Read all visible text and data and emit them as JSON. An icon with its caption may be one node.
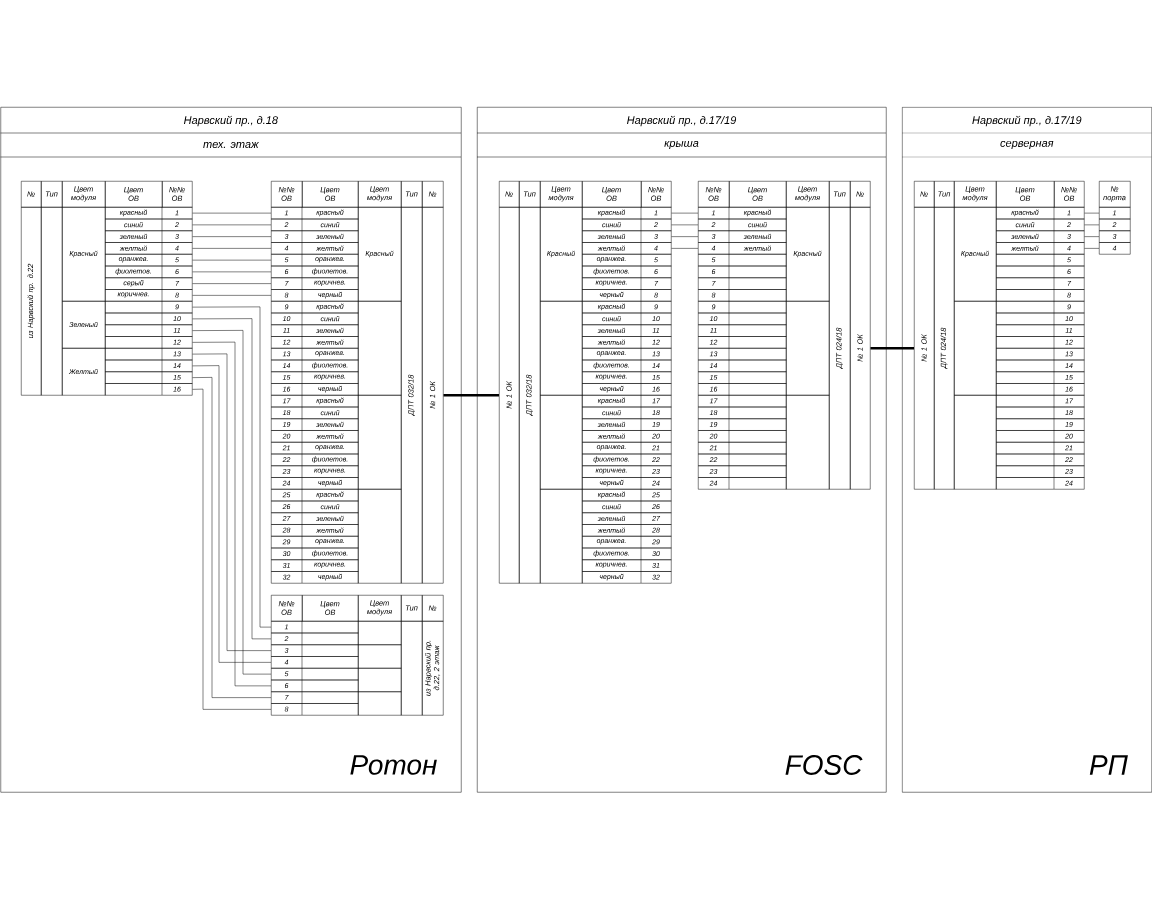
{
  "diagram": {
    "nodes": [
      {
        "text": [
          "Нарвский пр., д.18",
          "тех. этаж",
          "Ротон"
        ]
      },
      {
        "text": [
          "Нарвский пр., д.17/19",
          "крыша",
          "FOSC"
        ]
      },
      {
        "text": [
          "Нарвский пр., д.17/19",
          "серверная",
          "РП"
        ]
      },
      {
        "text": [
          "красный",
          "1"
        ],
        "in": 0
      },
      {
        "text": [
          "синий",
          "2"
        ],
        "in": 0
      },
      {
        "text": [
          "зеленый",
          "3"
        ],
        "in": 0
      },
      {
        "text": [
          "желтый",
          "4"
        ],
        "in": 0
      },
      {
        "text": [
          "оранжев.",
          "5"
        ],
        "in": 0
      },
      {
        "text": [
          "фиолетов.",
          "6"
        ],
        "in": 0
      },
      {
        "text": [
          "серый",
          "7"
        ],
        "in": 0
      },
      {
        "text": [
          "коричнев.",
          "8"
        ],
        "in": 0
      },
      {
        "text": [
          "9"
        ],
        "in": 0
      },
      {
        "text": [
          "10"
        ],
        "in": 0
      },
      {
        "text": [
          "11"
        ],
        "in": 0
      },
      {
        "text": [
          "12"
        ],
        "in": 0
      },
      {
        "text": [
          "13"
        ],
        "in": 0
      },
      {
        "text": [
          "14"
        ],
        "in": 0
      },
      {
        "text": [
          "15"
        ],
        "in": 0
      },
      {
        "text": [
          "16"
        ],
        "in": 0
      },
      {
        "text": [
          "1",
          "красный"
        ],
        "in": 0
      },
      {
        "text": [
          "2",
          "синий"
        ],
        "in": 0
      },
      {
        "text": [
          "3",
          "зеленый"
        ],
        "in": 0
      },
      {
        "text": [
          "4",
          "желтый"
        ],
        "in": 0
      },
      {
        "text": [
          "5",
          "оранжев."
        ],
        "in": 0
      },
      {
        "text": [
          "6",
          "фиолетов."
        ],
        "in": 0
      },
      {
        "text": [
          "7",
          "коричнев."
        ],
        "in": 0
      },
      {
        "text": [
          "8",
          "черный"
        ],
        "in": 0
      },
      {
        "text": [
          "9",
          "красный"
        ],
        "in": 0
      },
      {
        "text": [
          "10",
          "синий"
        ],
        "in": 0
      },
      {
        "text": [
          "11",
          "зеленый"
        ],
        "in": 0
      },
      {
        "text": [
          "12",
          "желтый"
        ],
        "in": 0
      },
      {
        "text": [
          "13",
          "оранжев."
        ],
        "in": 0
      },
      {
        "text": [
          "14",
          "фиолетов."
        ],
        "in": 0
      },
      {
        "text": [
          "15",
          "коричнев."
        ],
        "in": 0
      },
      {
        "text": [
          "16",
          "черный"
        ],
        "in": 0
      },
      {
        "text": [
          "17",
          "красный"
        ],
        "in": 0
      },
      {
        "text": [
          "18",
          "синий"
        ],
        "in": 0
      },
      {
        "text": [
          "19",
          "зеленый"
        ],
        "in": 0
      },
      {
        "text": [
          "20",
          "желтый"
        ],
        "in": 0
      },
      {
        "text": [
          "21",
          "оранжев."
        ],
        "in": 0
      },
      {
        "text": [
          "22",
          "фиолетов."
        ],
        "in": 0
      },
      {
        "text": [
          "23",
          "коричнев."
        ],
        "in": 0
      },
      {
        "text": [
          "24",
          "черный"
        ],
        "in": 0
      },
      {
        "text": [
          "25",
          "красный"
        ],
        "in": 0
      },
      {
        "text": [
          "26",
          "синий"
        ],
        "in": 0
      },
      {
        "text": [
          "27",
          "зеленый"
        ],
        "in": 0
      },
      {
        "text": [
          "28",
          "желтый"
        ],
        "in": 0
      },
      {
        "text": [
          "29",
          "оранжев."
        ],
        "in": 0
      },
      {
        "text": [
          "30",
          "фиолетов."
        ],
        "in": 0
      },
      {
        "text": [
          "31",
          "коричнев."
        ],
        "in": 0
      },
      {
        "text": [
          "32",
          "черный"
        ],
        "in": 0
      },
      {
        "text": [
          "№ 1 ОК"
        ],
        "in": 0
      },
      {
        "text": [
          "1"
        ],
        "in": 0
      },
      {
        "text": [
          "2"
        ],
        "in": 0
      },
      {
        "text": [
          "3"
        ],
        "in": 0
      },
      {
        "text": [
          "4"
        ],
        "in": 0
      },
      {
        "text": [
          "5"
        ],
        "in": 0
      },
      {
        "text": [
          "6"
        ],
        "in": 0
      },
      {
        "text": [
          "7"
        ],
        "in": 0
      },
      {
        "text": [
          "8"
        ],
        "in": 0
      },
      {
        "text": [
          "№ 1 ОК"
        ],
        "in": 1
      },
      {
        "text": [
          "красный",
          "1"
        ],
        "in": 1
      },
      {
        "text": [
          "синий",
          "2"
        ],
        "in": 1
      },
      {
        "text": [
          "зеленый",
          "3"
        ],
        "in": 1
      },
      {
        "text": [
          "желтый",
          "4"
        ],
        "in": 1
      },
      {
        "text": [
          "оранжев.",
          "5"
        ],
        "in": 1
      },
      {
        "text": [
          "фиолетов.",
          "6"
        ],
        "in": 1
      },
      {
        "text": [
          "коричнев.",
          "7"
        ],
        "in": 1
      },
      {
        "text": [
          "черный",
          "8"
        ],
        "in": 1
      },
      {
        "text": [
          "красный",
          "9"
        ],
        "in": 1
      },
      {
        "text": [
          "синий",
          "10"
        ],
        "in": 1
      },
      {
        "text": [
          "зеленый",
          "11"
        ],
        "in": 1
      },
      {
        "text": [
          "желтый",
          "12"
        ],
        "in": 1
      },
      {
        "text": [
          "оранжев.",
          "13"
        ],
        "in": 1
      },
      {
        "text": [
          "фиолетов.",
          "14"
        ],
        "in": 1
      },
      {
        "text": [
          "коричнев.",
          "15"
        ],
        "in": 1
      },
      {
        "text": [
          "черный",
          "16"
        ],
        "in": 1
      },
      {
        "text": [
          "красный",
          "17"
        ],
        "in": 1
      },
      {
        "text": [
          "синий",
          "18"
        ],
        "in": 1
      },
      {
        "text": [
          "зеленый",
          "19"
        ],
        "in": 1
      },
      {
        "text": [
          "желтый",
          "20"
        ],
        "in": 1
      },
      {
        "text": [
          "оранжев.",
          "21"
        ],
        "in": 1
      },
      {
        "text": [
          "фиолетов.",
          "22"
        ],
        "in": 1
      },
      {
        "text": [
          "коричнев.",
          "23"
        ],
        "in": 1
      },
      {
        "text": [
          "черный",
          "24"
        ],
        "in": 1
      },
      {
        "text": [
          "красный",
          "25"
        ],
        "in": 1
      },
      {
        "text": [
          "синий",
          "26"
        ],
        "in": 1
      },
      {
        "text": [
          "зеленый",
          "27"
        ],
        "in": 1
      },
      {
        "text": [
          "желтый",
          "28"
        ],
        "in": 1
      },
      {
        "text": [
          "оранжев.",
          "29"
        ],
        "in": 1
      },
      {
        "text": [
          "фиолетов.",
          "30"
        ],
        "in": 1
      },
      {
        "text": [
          "коричнев.",
          "31"
        ],
        "in": 1
      },
      {
        "text": [
          "черный",
          "32"
        ],
        "in": 1
      },
      {
        "text": [
          "1",
          "красный"
        ],
        "in": 1
      },
      {
        "text": [
          "2",
          "синий"
        ],
        "in": 1
      },
      {
        "text": [
          "3",
          "зеленый"
        ],
        "in": 1
      },
      {
        "text": [
          "4",
          "желтый"
        ],
        "in": 1
      },
      {
        "text": [
          "5"
        ],
        "in": 1
      },
      {
        "text": [
          "6"
        ],
        "in": 1
      },
      {
        "text": [
          "7"
        ],
        "in": 1
      },
      {
        "text": [
          "8"
        ],
        "in": 1
      },
      {
        "text": [
          "9"
        ],
        "in": 1
      },
      {
        "text": [
          "10"
        ],
        "in": 1
      },
      {
        "text": [
          "11"
        ],
        "in": 1
      },
      {
        "text": [
          "12"
        ],
        "in": 1
      },
      {
        "text": [
          "13"
        ],
        "in": 1
      },
      {
        "text": [
          "14"
        ],
        "in": 1
      },
      {
        "text": [
          "15"
        ],
        "in": 1
      },
      {
        "text": [
          "16"
        ],
        "in": 1
      },
      {
        "text": [
          "17"
        ],
        "in": 1
      },
      {
        "text": [
          "18"
        ],
        "in": 1
      },
      {
        "text": [
          "19"
        ],
        "in": 1
      },
      {
        "text": [
          "20"
        ],
        "in": 1
      },
      {
        "text": [
          "21"
        ],
        "in": 1
      },
      {
        "text": [
          "22"
        ],
        "in": 1
      },
      {
        "text": [
          "23"
        ],
        "in": 1
      },
      {
        "text": [
          "24"
        ],
        "in": 1
      },
      {
        "text": [
          "№ 1 ОК"
        ],
        "in": 1
      },
      {
        "text": [
          "№ 1 ОК"
        ],
        "in": 2
      },
      {
        "text": [
          "красный",
          "1"
        ],
        "in": 2
      },
      {
        "text": [
          "синий",
          "2"
        ],
        "in": 2
      },
      {
        "text": [
          "зеленый",
          "3"
        ],
        "in": 2
      },
      {
        "text": [
          "желтый",
          "4"
        ],
        "in": 2
      },
      {
        "text": [
          "5"
        ],
        "in": 2
      },
      {
        "text": [
          "6"
        ],
        "in": 2
      },
      {
        "text": [
          "7"
        ],
        "in": 2
      },
      {
        "text": [
          "8"
        ],
        "in": 2
      },
      {
        "text": [
          "9"
        ],
        "in": 2
      },
      {
        "text": [
          "10"
        ],
        "in": 2
      },
      {
        "text": [
          "11"
        ],
        "in": 2
      },
      {
        "text": [
          "12"
        ],
        "in": 2
      },
      {
        "text": [
          "13"
        ],
        "in": 2
      },
      {
        "text": [
          "14"
        ],
        "in": 2
      },
      {
        "text": [
          "15"
        ],
        "in": 2
      },
      {
        "text": [
          "16"
        ],
        "in": 2
      },
      {
        "text": [
          "17"
        ],
        "in": 2
      },
      {
        "text": [
          "18"
        ],
        "in": 2
      },
      {
        "text": [
          "19"
        ],
        "in": 2
      },
      {
        "text": [
          "20"
        ],
        "in": 2
      },
      {
        "text": [
          "21"
        ],
        "in": 2
      },
      {
        "text": [
          "22"
        ],
        "in": 2
      },
      {
        "text": [
          "23"
        ],
        "in": 2
      },
      {
        "text": [
          "24"
        ],
        "in": 2
      },
      {
        "text": [
          "1"
        ],
        "in": 2
      },
      {
        "text": [
          "2"
        ],
        "in": 2
      },
      {
        "text": [
          "3"
        ],
        "in": 2
      },
      {
        "text": [
          "4"
        ],
        "in": 2
      },
      {
        "text": [
          "из Нарвский пр. д.22"
        ],
        "in": 0
      },
      {
        "text": [
          "ДПТ 032/18"
        ],
        "in": 0
      },
      {
        "text": [
          "из Нарвский пр. д.22, 2 этаж"
        ],
        "in": 0
      },
      {
        "text": [
          "ДПТ 032/18"
        ],
        "in": 1
      },
      {
        "text": [
          "ДПТ 024/18"
        ],
        "in": 1
      },
      {
        "text": [
          "ДПТ 024/18"
        ],
        "in": 2
      }
    ],
    "edges": [
      {
        "from": 3,
        "to": 19,
        "arrow": "none"
      },
      {
        "from": 4,
        "to": 20,
        "arrow": "none"
      },
      {
        "from": 5,
        "to": 21,
        "arrow": "none"
      },
      {
        "from": 6,
        "to": 22,
        "arrow": "none"
      },
      {
        "from": 7,
        "to": 23,
        "arrow": "none"
      },
      {
        "from": 8,
        "to": 24,
        "arrow": "none"
      },
      {
        "from": 9,
        "to": 25,
        "arrow": "none"
      },
      {
        "from": 10,
        "to": 26,
        "arrow": "none"
      },
      {
        "from": 11,
        "to": 52,
        "arrow": "none"
      },
      {
        "from": 12,
        "to": 53,
        "arrow": "none"
      },
      {
        "from": 13,
        "to": 56,
        "arrow": "none"
      },
      {
        "from": 14,
        "to": 57,
        "arrow": "none"
      },
      {
        "from": 15,
        "to": 54,
        "arrow": "none"
      },
      {
        "from": 16,
        "to": 55,
        "arrow": "none"
      },
      {
        "from": 17,
        "to": 58,
        "arrow": "none"
      },
      {
        "from": 18,
        "to": 59,
        "arrow": "none"
      },
      {
        "from": 51,
        "to": 60,
        "arrow": "none",
        "style": "thick"
      },
      {
        "from": 61,
        "to": 93,
        "arrow": "none"
      },
      {
        "from": 62,
        "to": 94,
        "arrow": "none"
      },
      {
        "from": 63,
        "to": 95,
        "arrow": "none"
      },
      {
        "from": 64,
        "to": 96,
        "arrow": "none"
      },
      {
        "from": 117,
        "to": 118,
        "arrow": "none",
        "style": "thick"
      },
      {
        "from": 119,
        "to": 143,
        "arrow": "none"
      },
      {
        "from": 120,
        "to": 144,
        "arrow": "none"
      },
      {
        "from": 121,
        "to": 145,
        "arrow": "none"
      },
      {
        "from": 122,
        "to": 146,
        "arrow": "none"
      }
    ],
    "labels": [
      "№",
      "Тип",
      "Цвет модуля",
      "Цвет ОВ",
      "№№ ОВ",
      "Красный",
      "Зеленый",
      "Желтый",
      "№№ ОВ",
      "Цвет ОВ",
      "Цвет модуля",
      "Тип",
      "№",
      "Красный",
      "№№ ОВ",
      "Цвет ОВ",
      "Цвет модуля",
      "Тип",
      "№",
      "№",
      "Тип",
      "Цвет модуля",
      "Цвет ОВ",
      "№№ ОВ",
      "Красный",
      "№№ ОВ",
      "Цвет ОВ",
      "Цвет модуля",
      "Тип",
      "№",
      "Красный",
      "№",
      "Тип",
      "Цвет модуля",
      "Цвет ОВ",
      "№№ ОВ",
      "Красный",
      "№ порта"
    ]
  }
}
